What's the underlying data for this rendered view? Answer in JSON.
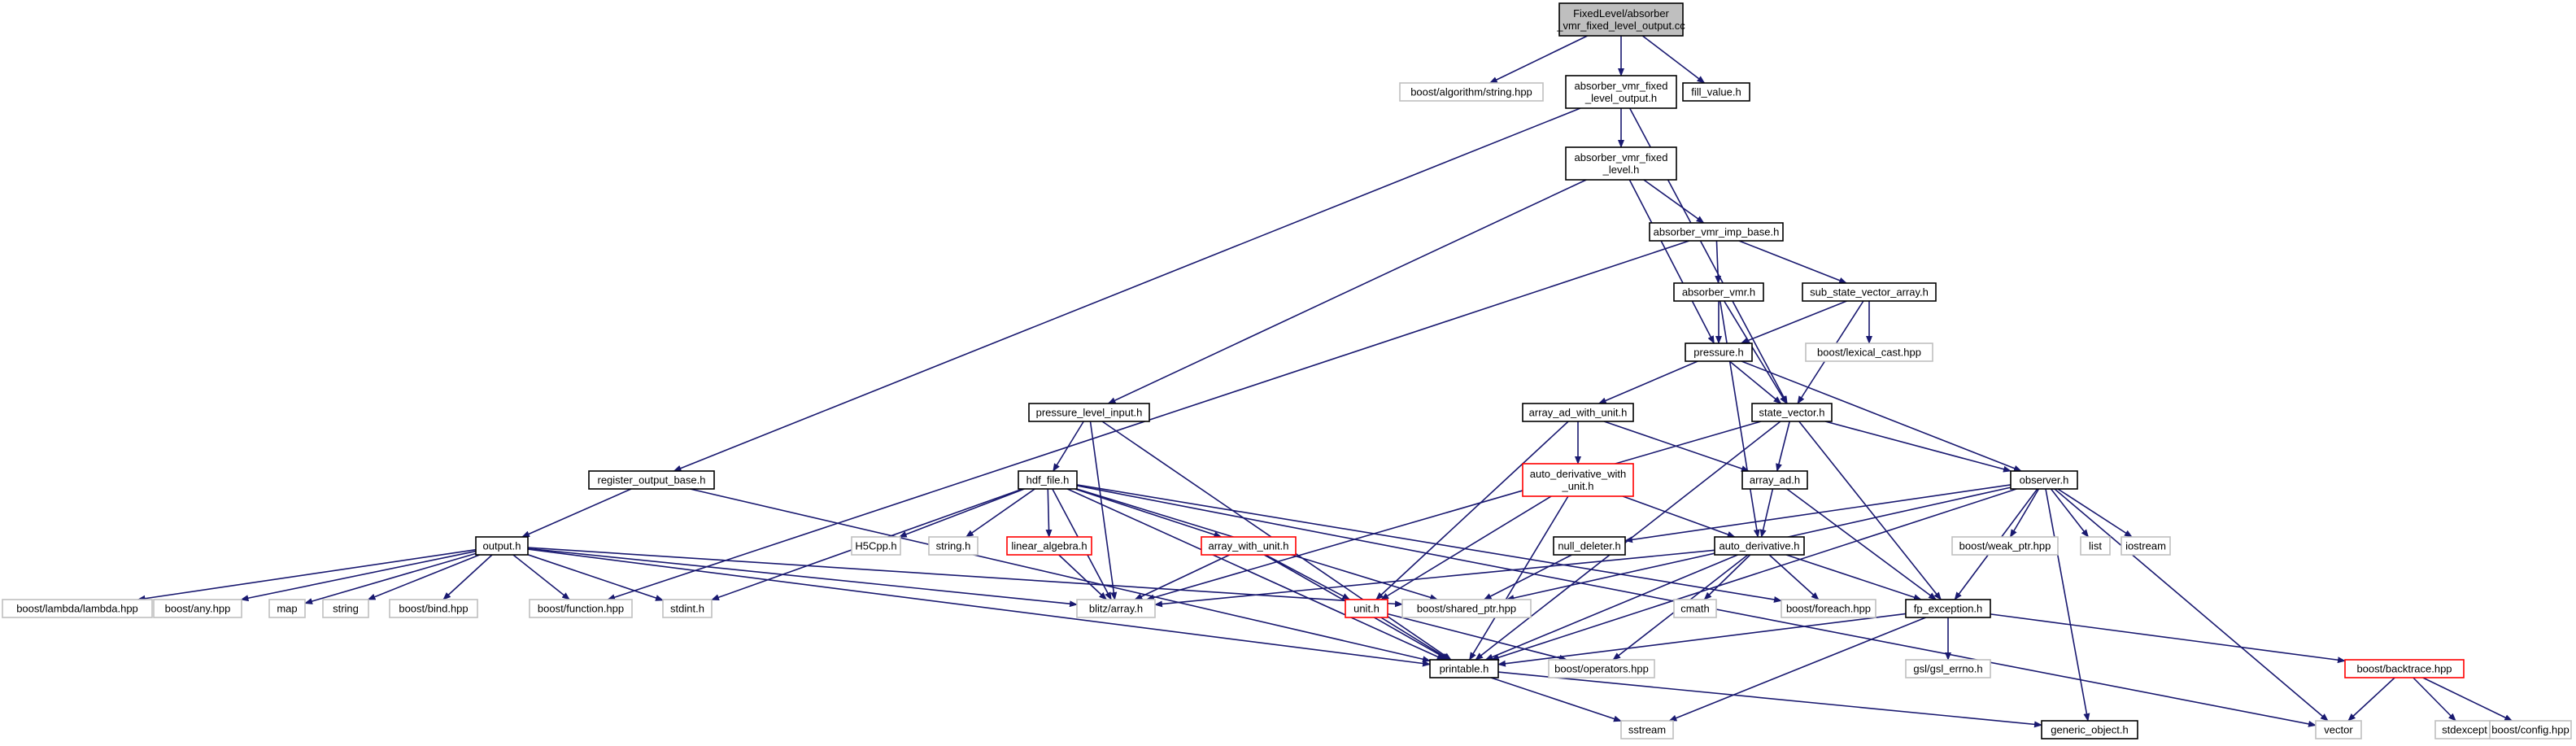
{
  "diagram": {
    "colors": {
      "edge": "#191970",
      "root_fill": "#bfbfbf",
      "root_border": "#000000",
      "documented_border": "#000000",
      "truncated_border": "#ff0000",
      "external_border": "#bfbfbf"
    },
    "nodes": [
      {
        "id": "root",
        "lines": [
          "FixedLevel/absorber",
          "_vmr_fixed_level_output.cc"
        ],
        "kind": "root"
      },
      {
        "id": "boost_algorithm_string",
        "lines": [
          "boost/algorithm/string.hpp"
        ],
        "kind": "external"
      },
      {
        "id": "absorber_vmr_fixed_level_output_h",
        "lines": [
          "absorber_vmr_fixed",
          "_level_output.h"
        ],
        "kind": "documented"
      },
      {
        "id": "fill_value_h",
        "lines": [
          "fill_value.h"
        ],
        "kind": "documented"
      },
      {
        "id": "absorber_vmr_fixed_level_h",
        "lines": [
          "absorber_vmr_fixed",
          "_level.h"
        ],
        "kind": "documented"
      },
      {
        "id": "absorber_vmr_imp_base_h",
        "lines": [
          "absorber_vmr_imp_base.h"
        ],
        "kind": "documented"
      },
      {
        "id": "absorber_vmr_h",
        "lines": [
          "absorber_vmr.h"
        ],
        "kind": "documented"
      },
      {
        "id": "sub_state_vector_array_h",
        "lines": [
          "sub_state_vector_array.h"
        ],
        "kind": "documented"
      },
      {
        "id": "boost_lexical_cast",
        "lines": [
          "boost/lexical_cast.hpp"
        ],
        "kind": "external"
      },
      {
        "id": "pressure_h",
        "lines": [
          "pressure.h"
        ],
        "kind": "documented"
      },
      {
        "id": "state_vector_h",
        "lines": [
          "state_vector.h"
        ],
        "kind": "documented"
      },
      {
        "id": "pressure_level_input_h",
        "lines": [
          "pressure_level_input.h"
        ],
        "kind": "documented"
      },
      {
        "id": "array_ad_with_unit_h",
        "lines": [
          "array_ad_with_unit.h"
        ],
        "kind": "documented"
      },
      {
        "id": "register_output_base_h",
        "lines": [
          "register_output_base.h"
        ],
        "kind": "documented"
      },
      {
        "id": "hdf_file_h",
        "lines": [
          "hdf_file.h"
        ],
        "kind": "documented"
      },
      {
        "id": "auto_derivative_with_unit_h",
        "lines": [
          "auto_derivative_with",
          "_unit.h"
        ],
        "kind": "truncated"
      },
      {
        "id": "array_ad_h",
        "lines": [
          "array_ad.h"
        ],
        "kind": "documented"
      },
      {
        "id": "observer_h",
        "lines": [
          "observer.h"
        ],
        "kind": "documented"
      },
      {
        "id": "output_h",
        "lines": [
          "output.h"
        ],
        "kind": "documented"
      },
      {
        "id": "h5cpp_h",
        "lines": [
          "H5Cpp.h"
        ],
        "kind": "external"
      },
      {
        "id": "string_h",
        "lines": [
          "string.h"
        ],
        "kind": "external"
      },
      {
        "id": "linear_algebra_h",
        "lines": [
          "linear_algebra.h"
        ],
        "kind": "truncated"
      },
      {
        "id": "array_with_unit_h",
        "lines": [
          "array_with_unit.h"
        ],
        "kind": "truncated"
      },
      {
        "id": "null_deleter_h",
        "lines": [
          "null_deleter.h"
        ],
        "kind": "documented"
      },
      {
        "id": "auto_derivative_h",
        "lines": [
          "auto_derivative.h"
        ],
        "kind": "documented"
      },
      {
        "id": "boost_weak_ptr",
        "lines": [
          "boost/weak_ptr.hpp"
        ],
        "kind": "external"
      },
      {
        "id": "list",
        "lines": [
          "list"
        ],
        "kind": "external"
      },
      {
        "id": "iostream",
        "lines": [
          "iostream"
        ],
        "kind": "external"
      },
      {
        "id": "boost_lambda",
        "lines": [
          "boost/lambda/lambda.hpp"
        ],
        "kind": "external"
      },
      {
        "id": "boost_any",
        "lines": [
          "boost/any.hpp"
        ],
        "kind": "external"
      },
      {
        "id": "map",
        "lines": [
          "map"
        ],
        "kind": "external"
      },
      {
        "id": "string",
        "lines": [
          "string"
        ],
        "kind": "external"
      },
      {
        "id": "boost_bind",
        "lines": [
          "boost/bind.hpp"
        ],
        "kind": "external"
      },
      {
        "id": "boost_function",
        "lines": [
          "boost/function.hpp"
        ],
        "kind": "external"
      },
      {
        "id": "stdint_h",
        "lines": [
          "stdint.h"
        ],
        "kind": "external"
      },
      {
        "id": "blitz_array_h",
        "lines": [
          "blitz/array.h"
        ],
        "kind": "external"
      },
      {
        "id": "unit_h",
        "lines": [
          "unit.h"
        ],
        "kind": "truncated"
      },
      {
        "id": "boost_shared_ptr",
        "lines": [
          "boost/shared_ptr.hpp"
        ],
        "kind": "external"
      },
      {
        "id": "cmath",
        "lines": [
          "cmath"
        ],
        "kind": "external"
      },
      {
        "id": "boost_foreach",
        "lines": [
          "boost/foreach.hpp"
        ],
        "kind": "external"
      },
      {
        "id": "fp_exception_h",
        "lines": [
          "fp_exception.h"
        ],
        "kind": "documented"
      },
      {
        "id": "boost_backtrace",
        "lines": [
          "boost/backtrace.hpp"
        ],
        "kind": "truncated"
      },
      {
        "id": "printable_h",
        "lines": [
          "printable.h"
        ],
        "kind": "documented"
      },
      {
        "id": "boost_operators",
        "lines": [
          "boost/operators.hpp"
        ],
        "kind": "external"
      },
      {
        "id": "gsl_errno_h",
        "lines": [
          "gsl/gsl_errno.h"
        ],
        "kind": "external"
      },
      {
        "id": "sstream",
        "lines": [
          "sstream"
        ],
        "kind": "external"
      },
      {
        "id": "generic_object_h",
        "lines": [
          "generic_object.h"
        ],
        "kind": "documented"
      },
      {
        "id": "vector",
        "lines": [
          "vector"
        ],
        "kind": "external"
      },
      {
        "id": "stdexcept",
        "lines": [
          "stdexcept"
        ],
        "kind": "external"
      },
      {
        "id": "boost_config",
        "lines": [
          "boost/config.hpp"
        ],
        "kind": "external"
      }
    ],
    "edges": [
      [
        "root",
        "boost_algorithm_string"
      ],
      [
        "root",
        "absorber_vmr_fixed_level_output_h"
      ],
      [
        "root",
        "fill_value_h"
      ],
      [
        "absorber_vmr_fixed_level_output_h",
        "absorber_vmr_fixed_level_h"
      ],
      [
        "absorber_vmr_fixed_level_output_h",
        "register_output_base_h"
      ],
      [
        "absorber_vmr_fixed_level_output_h",
        "state_vector_h"
      ],
      [
        "absorber_vmr_fixed_level_h",
        "absorber_vmr_imp_base_h"
      ],
      [
        "absorber_vmr_fixed_level_h",
        "pressure_h"
      ],
      [
        "absorber_vmr_fixed_level_h",
        "pressure_level_input_h"
      ],
      [
        "absorber_vmr_imp_base_h",
        "absorber_vmr_h"
      ],
      [
        "absorber_vmr_imp_base_h",
        "sub_state_vector_array_h"
      ],
      [
        "absorber_vmr_imp_base_h",
        "boost_function"
      ],
      [
        "absorber_vmr_h",
        "pressure_h"
      ],
      [
        "absorber_vmr_h",
        "state_vector_h"
      ],
      [
        "absorber_vmr_h",
        "auto_derivative_h"
      ],
      [
        "sub_state_vector_array_h",
        "pressure_h"
      ],
      [
        "sub_state_vector_array_h",
        "boost_lexical_cast"
      ],
      [
        "sub_state_vector_array_h",
        "state_vector_h"
      ],
      [
        "pressure_h",
        "state_vector_h"
      ],
      [
        "pressure_h",
        "array_ad_with_unit_h"
      ],
      [
        "pressure_h",
        "observer_h"
      ],
      [
        "state_vector_h",
        "array_ad_h"
      ],
      [
        "state_vector_h",
        "observer_h"
      ],
      [
        "state_vector_h",
        "printable_h"
      ],
      [
        "state_vector_h",
        "blitz_array_h"
      ],
      [
        "state_vector_h",
        "fp_exception_h"
      ],
      [
        "pressure_level_input_h",
        "hdf_file_h"
      ],
      [
        "pressure_level_input_h",
        "blitz_array_h"
      ],
      [
        "pressure_level_input_h",
        "printable_h"
      ],
      [
        "array_ad_with_unit_h",
        "auto_derivative_with_unit_h"
      ],
      [
        "array_ad_with_unit_h",
        "array_ad_h"
      ],
      [
        "array_ad_with_unit_h",
        "unit_h"
      ],
      [
        "register_output_base_h",
        "output_h"
      ],
      [
        "register_output_base_h",
        "printable_h"
      ],
      [
        "hdf_file_h",
        "h5cpp_h"
      ],
      [
        "hdf_file_h",
        "string_h"
      ],
      [
        "hdf_file_h",
        "linear_algebra_h"
      ],
      [
        "hdf_file_h",
        "array_with_unit_h"
      ],
      [
        "hdf_file_h",
        "blitz_array_h"
      ],
      [
        "hdf_file_h",
        "stdint_h"
      ],
      [
        "hdf_file_h",
        "boost_shared_ptr"
      ],
      [
        "hdf_file_h",
        "printable_h"
      ],
      [
        "hdf_file_h",
        "vector"
      ],
      [
        "hdf_file_h",
        "boost_foreach"
      ],
      [
        "auto_derivative_with_unit_h",
        "auto_derivative_h"
      ],
      [
        "auto_derivative_with_unit_h",
        "unit_h"
      ],
      [
        "auto_derivative_with_unit_h",
        "printable_h"
      ],
      [
        "array_ad_h",
        "auto_derivative_h"
      ],
      [
        "array_ad_h",
        "fp_exception_h"
      ],
      [
        "observer_h",
        "null_deleter_h"
      ],
      [
        "observer_h",
        "boost_weak_ptr"
      ],
      [
        "observer_h",
        "list"
      ],
      [
        "observer_h",
        "iostream"
      ],
      [
        "observer_h",
        "vector"
      ],
      [
        "observer_h",
        "generic_object_h"
      ],
      [
        "observer_h",
        "boost_shared_ptr"
      ],
      [
        "observer_h",
        "printable_h"
      ],
      [
        "observer_h",
        "fp_exception_h"
      ],
      [
        "output_h",
        "boost_lambda"
      ],
      [
        "output_h",
        "boost_any"
      ],
      [
        "output_h",
        "map"
      ],
      [
        "output_h",
        "string"
      ],
      [
        "output_h",
        "boost_bind"
      ],
      [
        "output_h",
        "boost_function"
      ],
      [
        "output_h",
        "stdint_h"
      ],
      [
        "output_h",
        "blitz_array_h"
      ],
      [
        "output_h",
        "boost_shared_ptr"
      ],
      [
        "output_h",
        "printable_h"
      ],
      [
        "linear_algebra_h",
        "blitz_array_h"
      ],
      [
        "array_with_unit_h",
        "unit_h"
      ],
      [
        "array_with_unit_h",
        "blitz_array_h"
      ],
      [
        "array_with_unit_h",
        "printable_h"
      ],
      [
        "null_deleter_h",
        "boost_shared_ptr"
      ],
      [
        "auto_derivative_h",
        "blitz_array_h"
      ],
      [
        "auto_derivative_h",
        "cmath"
      ],
      [
        "auto_derivative_h",
        "boost_foreach"
      ],
      [
        "auto_derivative_h",
        "fp_exception_h"
      ],
      [
        "auto_derivative_h",
        "printable_h"
      ],
      [
        "auto_derivative_h",
        "boost_operators"
      ],
      [
        "unit_h",
        "boost_operators"
      ],
      [
        "unit_h",
        "printable_h"
      ],
      [
        "fp_exception_h",
        "gsl_errno_h"
      ],
      [
        "fp_exception_h",
        "boost_backtrace"
      ],
      [
        "fp_exception_h",
        "printable_h"
      ],
      [
        "fp_exception_h",
        "sstream"
      ],
      [
        "boost_backtrace",
        "vector"
      ],
      [
        "boost_backtrace",
        "stdexcept"
      ],
      [
        "boost_backtrace",
        "boost_config"
      ],
      [
        "printable_h",
        "sstream"
      ],
      [
        "printable_h",
        "generic_object_h"
      ]
    ]
  }
}
